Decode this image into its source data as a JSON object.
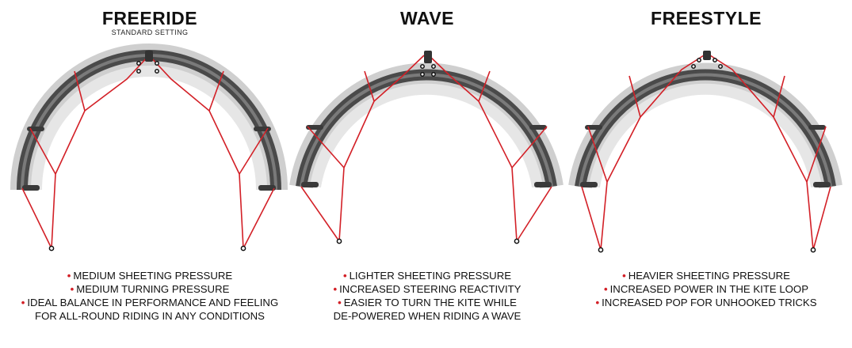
{
  "colors": {
    "bridle": "#d32027",
    "bullet_dot": "#d32027",
    "kite_dark": "#4a4a4a",
    "kite_light": "#d9d9d9",
    "text": "#111111"
  },
  "panels": [
    {
      "title": "FREERIDE",
      "subtitle": "STANDARD SETTING",
      "bullets": [
        {
          "text": "MEDIUM SHEETING PRESSURE"
        },
        {
          "text": "MEDIUM TURNING PRESSURE"
        },
        {
          "text": "IDEAL BALANCE IN PERFORMANCE AND FEELING",
          "cont": "FOR ALL-ROUND RIDING IN ANY CONDITIONS"
        }
      ]
    },
    {
      "title": "WAVE",
      "subtitle": "",
      "bullets": [
        {
          "text": "LIGHTER SHEETING PRESSURE"
        },
        {
          "text": "INCREASED STEERING REACTIVITY"
        },
        {
          "text": "EASIER TO TURN THE KITE WHILE",
          "cont": "DE-POWERED WHEN RIDING A WAVE"
        }
      ]
    },
    {
      "title": "FREESTYLE",
      "subtitle": "",
      "bullets": [
        {
          "text": "HEAVIER SHEETING PRESSURE"
        },
        {
          "text": "INCREASED POWER IN THE KITE LOOP"
        },
        {
          "text": "INCREASED POP FOR UNHOOKED TRICKS"
        }
      ]
    }
  ]
}
